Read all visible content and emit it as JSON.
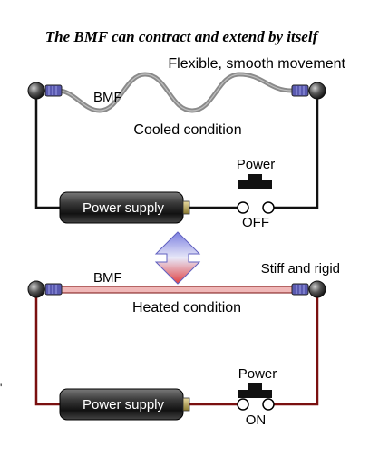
{
  "title": "The BMF can contract and extend by itself",
  "top": {
    "description": "Flexible, smooth movement",
    "wire_label": "BMF",
    "condition": "Cooled condition",
    "switch_label": "Power",
    "switch_state": "OFF",
    "supply_label": "Power supply",
    "wire_color": "#111111",
    "bmf_color": "#8a8a8a"
  },
  "bottom": {
    "description": "Stiff and rigid",
    "wire_label": "BMF",
    "condition": "Heated condition",
    "switch_label": "Power",
    "switch_state": "ON",
    "supply_label": "Power supply",
    "wire_color": "#7a1010",
    "bmf_color": "#f0b8b8"
  },
  "side_mark": "'"
}
